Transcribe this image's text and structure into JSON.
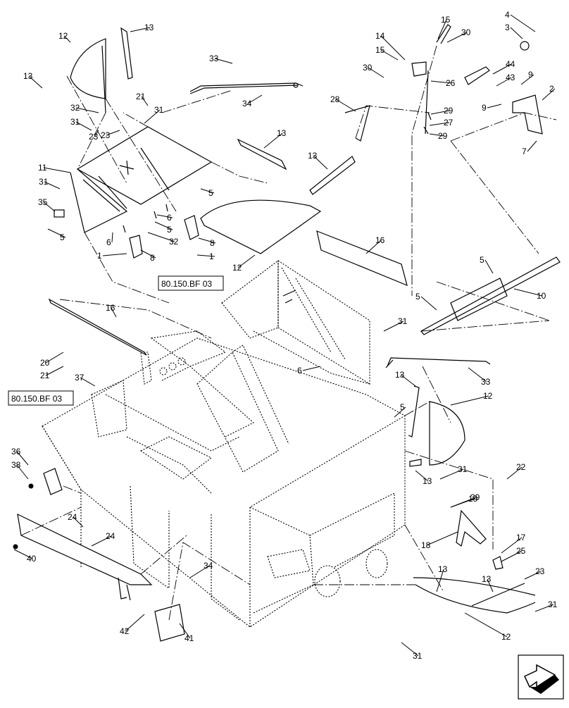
{
  "diagram": {
    "reference_boxes": [
      {
        "id": "ref_upper",
        "text": "80.150.BF 03"
      },
      {
        "id": "ref_lower",
        "text": "80.150.BF 03"
      }
    ],
    "callouts": [
      "12",
      "13",
      "13",
      "32",
      "31",
      "23",
      "21",
      "31",
      "23",
      "11",
      "31",
      "35",
      "5",
      "6",
      "1",
      "8",
      "32",
      "6",
      "5",
      "5",
      "8",
      "1",
      "12",
      "33",
      "34",
      "13",
      "13",
      "16",
      "4",
      "3",
      "15",
      "30",
      "14",
      "15",
      "30",
      "26",
      "28",
      "29",
      "27",
      "29",
      "44",
      "43",
      "9",
      "9",
      "2",
      "7",
      "5",
      "5",
      "10",
      "31",
      "6",
      "16",
      "20",
      "21",
      "37",
      "13",
      "5",
      "33",
      "12",
      "13",
      "31",
      "22",
      "36",
      "38",
      "24",
      "19",
      "24",
      "39",
      "18",
      "17",
      "25",
      "40",
      "34",
      "13",
      "13",
      "23",
      "31",
      "12",
      "42",
      "41",
      "31"
    ],
    "nav_icon": "next-arrow-icon"
  }
}
